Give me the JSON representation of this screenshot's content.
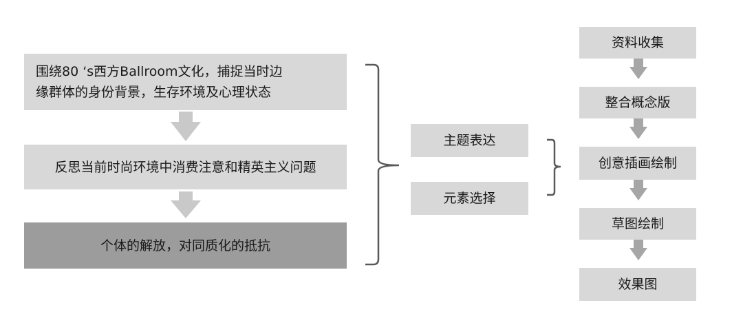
{
  "left_column": {
    "box1": "围绕80 ‘s西方Ballroom文化，捕捉当时边缘群体的身份背景，生存环境及心理状态",
    "box1_line1": "围绕80 ‘s西方Ballroom文化，捕捉当时边",
    "box1_line2": "缘群体的身份背景，生存环境及心理状态",
    "box2": "反思当前时尚环境中消费注意和精英主义问题",
    "box3": "个体的解放，对同质化的抵抗"
  },
  "middle_column": {
    "item1": "主题表达",
    "item2": "元素选择"
  },
  "right_column": {
    "steps": [
      "资料收集",
      "整合概念版",
      "创意插画绘制",
      "草图绘制",
      "效果图"
    ]
  },
  "colors": {
    "box_light": "#d8d8d8",
    "box_dark": "#9c9c9c",
    "arrow": "#bdbdbd",
    "right_arrow": "#a6a6a6",
    "bracket": "#595959"
  }
}
